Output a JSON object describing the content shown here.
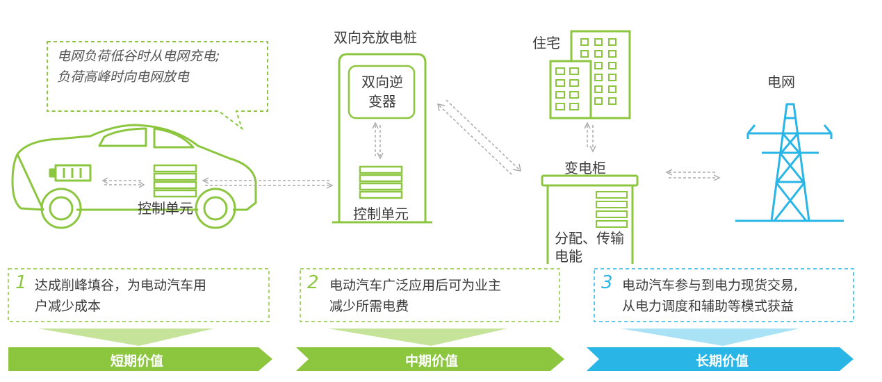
{
  "colors": {
    "green": "#8cc63f",
    "blue": "#29b6e6",
    "gray": "#999999"
  },
  "speech_bubble": {
    "line1": "电网负荷低谷时从电网充电;",
    "line2": "负荷高峰时向电网放电"
  },
  "car": {
    "control_unit_label": "控制单元"
  },
  "charger": {
    "title": "双向充放电桩",
    "inverter_label_1": "双向逆",
    "inverter_label_2": "变器",
    "control_unit_label": "控制单元"
  },
  "residence": {
    "label": "住宅"
  },
  "transformer": {
    "label": "变电柜",
    "desc_line1": "分配、传输",
    "desc_line2": "电能"
  },
  "grid": {
    "label": "电网"
  },
  "values": [
    {
      "number": "1",
      "line1": "达成削峰填谷，为电动汽车用",
      "line2": "户减少成本",
      "banner": "短期价值"
    },
    {
      "number": "2",
      "line1": "电动汽车广泛应用后可为业主",
      "line2": "减少所需电费",
      "banner": "中期价值"
    },
    {
      "number": "3",
      "line1": "电动汽车参与到电力现货交易,",
      "line2": "从电力调度和辅助等模式获益",
      "banner": "长期价值"
    }
  ]
}
